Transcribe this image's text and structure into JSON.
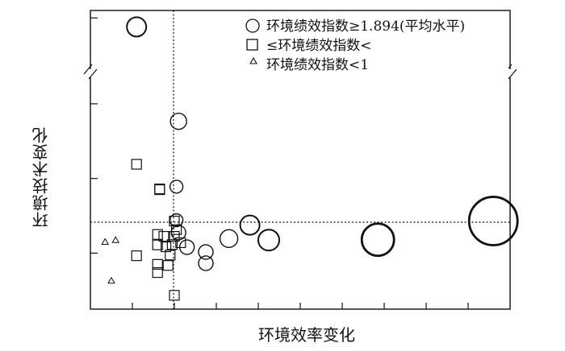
{
  "chart_data": {
    "type": "scatter",
    "xlabel": "环境效率变化",
    "ylabel": "环境技术变化",
    "reference_lines": {
      "vertical": "dotted",
      "horizontal": "dotted"
    },
    "axis_break": "y",
    "grid": false,
    "legend_position": "top-right",
    "series": [
      {
        "name": "环境绩效指数≥1.894(平均水平)",
        "marker": "circle",
        "points": [
          {
            "x": 0.22,
            "y": 0.956,
            "size": 12
          },
          {
            "x": 0.42,
            "y": 0.703,
            "size": 10
          },
          {
            "x": 0.41,
            "y": 0.528,
            "size": 8
          },
          {
            "x": 0.41,
            "y": 0.438,
            "size": 8
          },
          {
            "x": 0.42,
            "y": 0.405,
            "size": 9
          },
          {
            "x": 0.46,
            "y": 0.366,
            "size": 9
          },
          {
            "x": 0.55,
            "y": 0.353,
            "size": 9
          },
          {
            "x": 0.66,
            "y": 0.389,
            "size": 11
          },
          {
            "x": 0.76,
            "y": 0.425,
            "size": 12
          },
          {
            "x": 0.85,
            "y": 0.385,
            "size": 13
          },
          {
            "x": 0.55,
            "y": 0.323,
            "size": 9
          },
          {
            "x": 1.37,
            "y": 0.386,
            "size": 20
          },
          {
            "x": 1.92,
            "y": 0.436,
            "size": 30
          }
        ]
      },
      {
        "name": "≤环境绩效指数<",
        "marker": "square",
        "points": [
          {
            "x": 0.22,
            "y": 0.588
          },
          {
            "x": 0.33,
            "y": 0.522
          },
          {
            "x": 0.33,
            "y": 0.52
          },
          {
            "x": 0.4,
            "y": 0.436
          },
          {
            "x": 0.41,
            "y": 0.413
          },
          {
            "x": 0.32,
            "y": 0.4
          },
          {
            "x": 0.35,
            "y": 0.395
          },
          {
            "x": 0.4,
            "y": 0.395
          },
          {
            "x": 0.43,
            "y": 0.378
          },
          {
            "x": 0.32,
            "y": 0.372
          },
          {
            "x": 0.36,
            "y": 0.367
          },
          {
            "x": 0.39,
            "y": 0.373
          },
          {
            "x": 0.22,
            "y": 0.343
          },
          {
            "x": 0.38,
            "y": 0.345
          },
          {
            "x": 0.32,
            "y": 0.32
          },
          {
            "x": 0.37,
            "y": 0.317
          },
          {
            "x": 0.32,
            "y": 0.298
          },
          {
            "x": 0.4,
            "y": 0.237
          }
        ]
      },
      {
        "name": "环境绩效指数<1",
        "marker": "triangle",
        "points": [
          {
            "x": 0.07,
            "y": 0.38
          },
          {
            "x": 0.12,
            "y": 0.385
          },
          {
            "x": 0.1,
            "y": 0.276
          }
        ]
      }
    ]
  }
}
